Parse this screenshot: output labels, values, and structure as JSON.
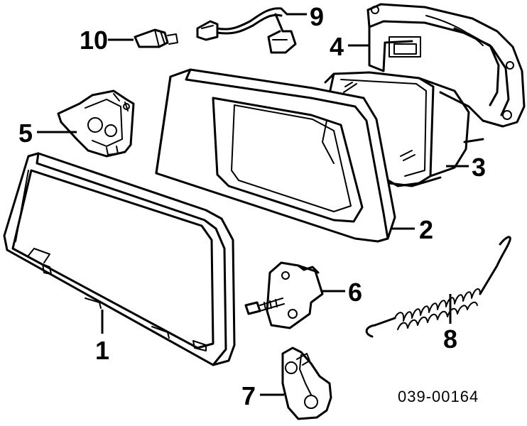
{
  "diagram": {
    "part_code": "039-00164",
    "callouts": [
      {
        "id": "1",
        "label": "1"
      },
      {
        "id": "2",
        "label": "2"
      },
      {
        "id": "3",
        "label": "3"
      },
      {
        "id": "4",
        "label": "4"
      },
      {
        "id": "5",
        "label": "5"
      },
      {
        "id": "6",
        "label": "6"
      },
      {
        "id": "7",
        "label": "7"
      },
      {
        "id": "8",
        "label": "8"
      },
      {
        "id": "9",
        "label": "9"
      },
      {
        "id": "10",
        "label": "10"
      }
    ]
  }
}
